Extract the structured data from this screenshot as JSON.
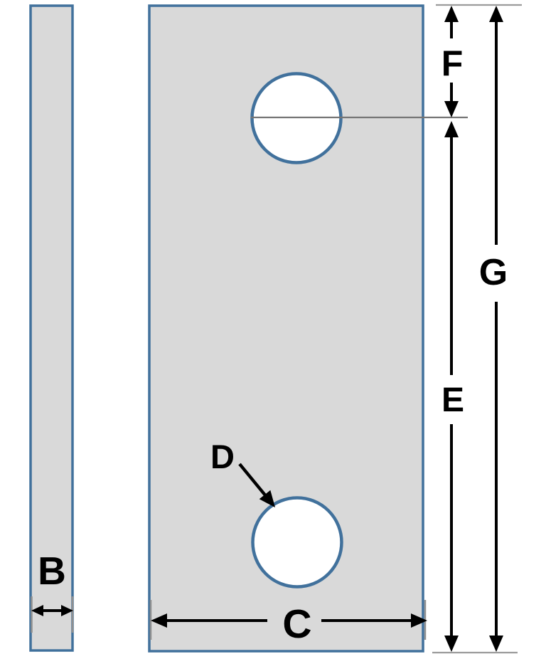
{
  "colors": {
    "background": "#ffffff",
    "plate-fill": "#d9d9d9",
    "plate-outline": "#41719c",
    "hole-fill": "#ffffff",
    "dimension-black": "#000000",
    "extension-gray": "#9b9b9b",
    "tick-gray": "#8f8f8f",
    "centerline-gray": "#757575"
  },
  "diagram": {
    "labels": {
      "b": "B",
      "c": "C",
      "d": "D",
      "e": "E",
      "f": "F",
      "g": "G"
    }
  }
}
